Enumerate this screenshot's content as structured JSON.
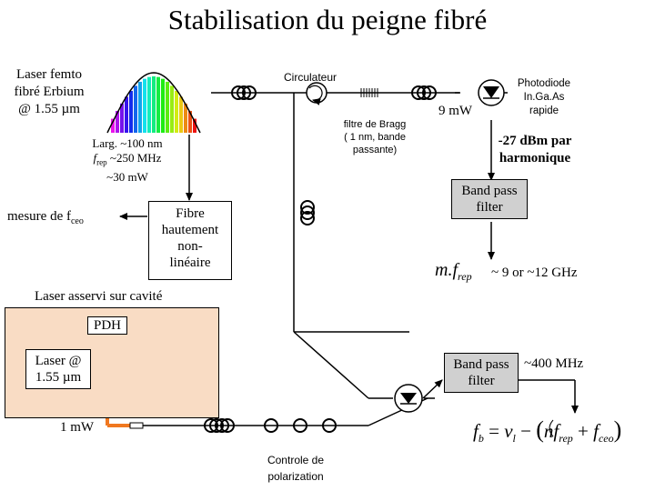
{
  "title": "Stabilisation du peigne fibré",
  "laser_source": [
    "Laser femto",
    "fibré Erbium",
    "@ 1.55 µm"
  ],
  "circulator": "Circulateur",
  "bragg": [
    "filtre de Bragg",
    "( 1 nm, bande",
    "passante)"
  ],
  "spectrum_info": {
    "width": "Larg. ~100 nm",
    "frep_pre": "f",
    "frep_sub": "rep",
    "frep_post": " ~250 MHz",
    "power": "~30 mW"
  },
  "fiber_box": [
    "Fibre",
    "hautement",
    "non-",
    "linéaire"
  ],
  "fceo_label": {
    "text": "mesure de f",
    "sub": "ceo"
  },
  "power_9mw": "9 mW",
  "photodiode": [
    "Photodiode",
    "In.Ga.As",
    "rapide"
  ],
  "dbm": [
    "-27 dBm par",
    "harmonique"
  ],
  "bp_filter_1": [
    "Band pass",
    "filter"
  ],
  "mfrep": {
    "m": "m.",
    "f": "f",
    "sub": "rep",
    "suffix": "~ 9 or ~12 GHz"
  },
  "cavity_title": "Laser asservi sur cavité",
  "pdh": "PDH",
  "laser_155": [
    "Laser @",
    "1.55 µm"
  ],
  "bp_filter_2": [
    "Band pass",
    "filter"
  ],
  "bp_400": "~400 MHz",
  "power_1mw": "1 mW",
  "polar": [
    "Controle de",
    "polarization"
  ],
  "formula": {
    "fb": "f",
    "fb_sub": "b",
    "eq": " = ",
    "nu": "ν",
    "nu_sub": "l",
    "minus": " − ",
    "paren_l": "(",
    "n": "n",
    "f1": "f",
    "f1_sub": "rep",
    "plus": " + ",
    "f2": "f",
    "f2_sub": "ceo",
    "paren_r": ")"
  },
  "colors": {
    "fiber": "#f07820",
    "arrow": "#000000",
    "box_gray": "#d0d0d0",
    "cavity_bg": "#f9dcc4",
    "pdh_link": "#2aa198"
  }
}
